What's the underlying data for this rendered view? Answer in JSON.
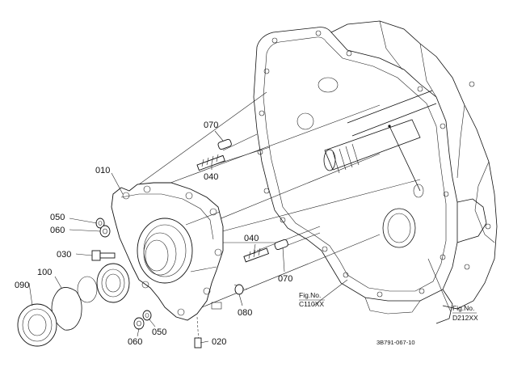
{
  "diagram": {
    "parts": [
      {
        "id": "p070a",
        "label": "070"
      },
      {
        "id": "p040a",
        "label": "040"
      },
      {
        "id": "p010",
        "label": "010"
      },
      {
        "id": "p050a",
        "label": "050"
      },
      {
        "id": "p060a",
        "label": "060"
      },
      {
        "id": "p030",
        "label": "030"
      },
      {
        "id": "p100",
        "label": "100"
      },
      {
        "id": "p090",
        "label": "090"
      },
      {
        "id": "p040b",
        "label": "040"
      },
      {
        "id": "p070b",
        "label": "070"
      },
      {
        "id": "p080",
        "label": "080"
      },
      {
        "id": "p050b",
        "label": "050"
      },
      {
        "id": "p060b",
        "label": "060"
      },
      {
        "id": "p020",
        "label": "020"
      }
    ],
    "figure_refs": [
      {
        "id": "fig1",
        "line1": "Fig.No.",
        "line2": "C110XX"
      },
      {
        "id": "fig2",
        "line1": "Fig.No.",
        "line2": "D212XX"
      }
    ],
    "drawing_code": "3B791-067-10"
  }
}
